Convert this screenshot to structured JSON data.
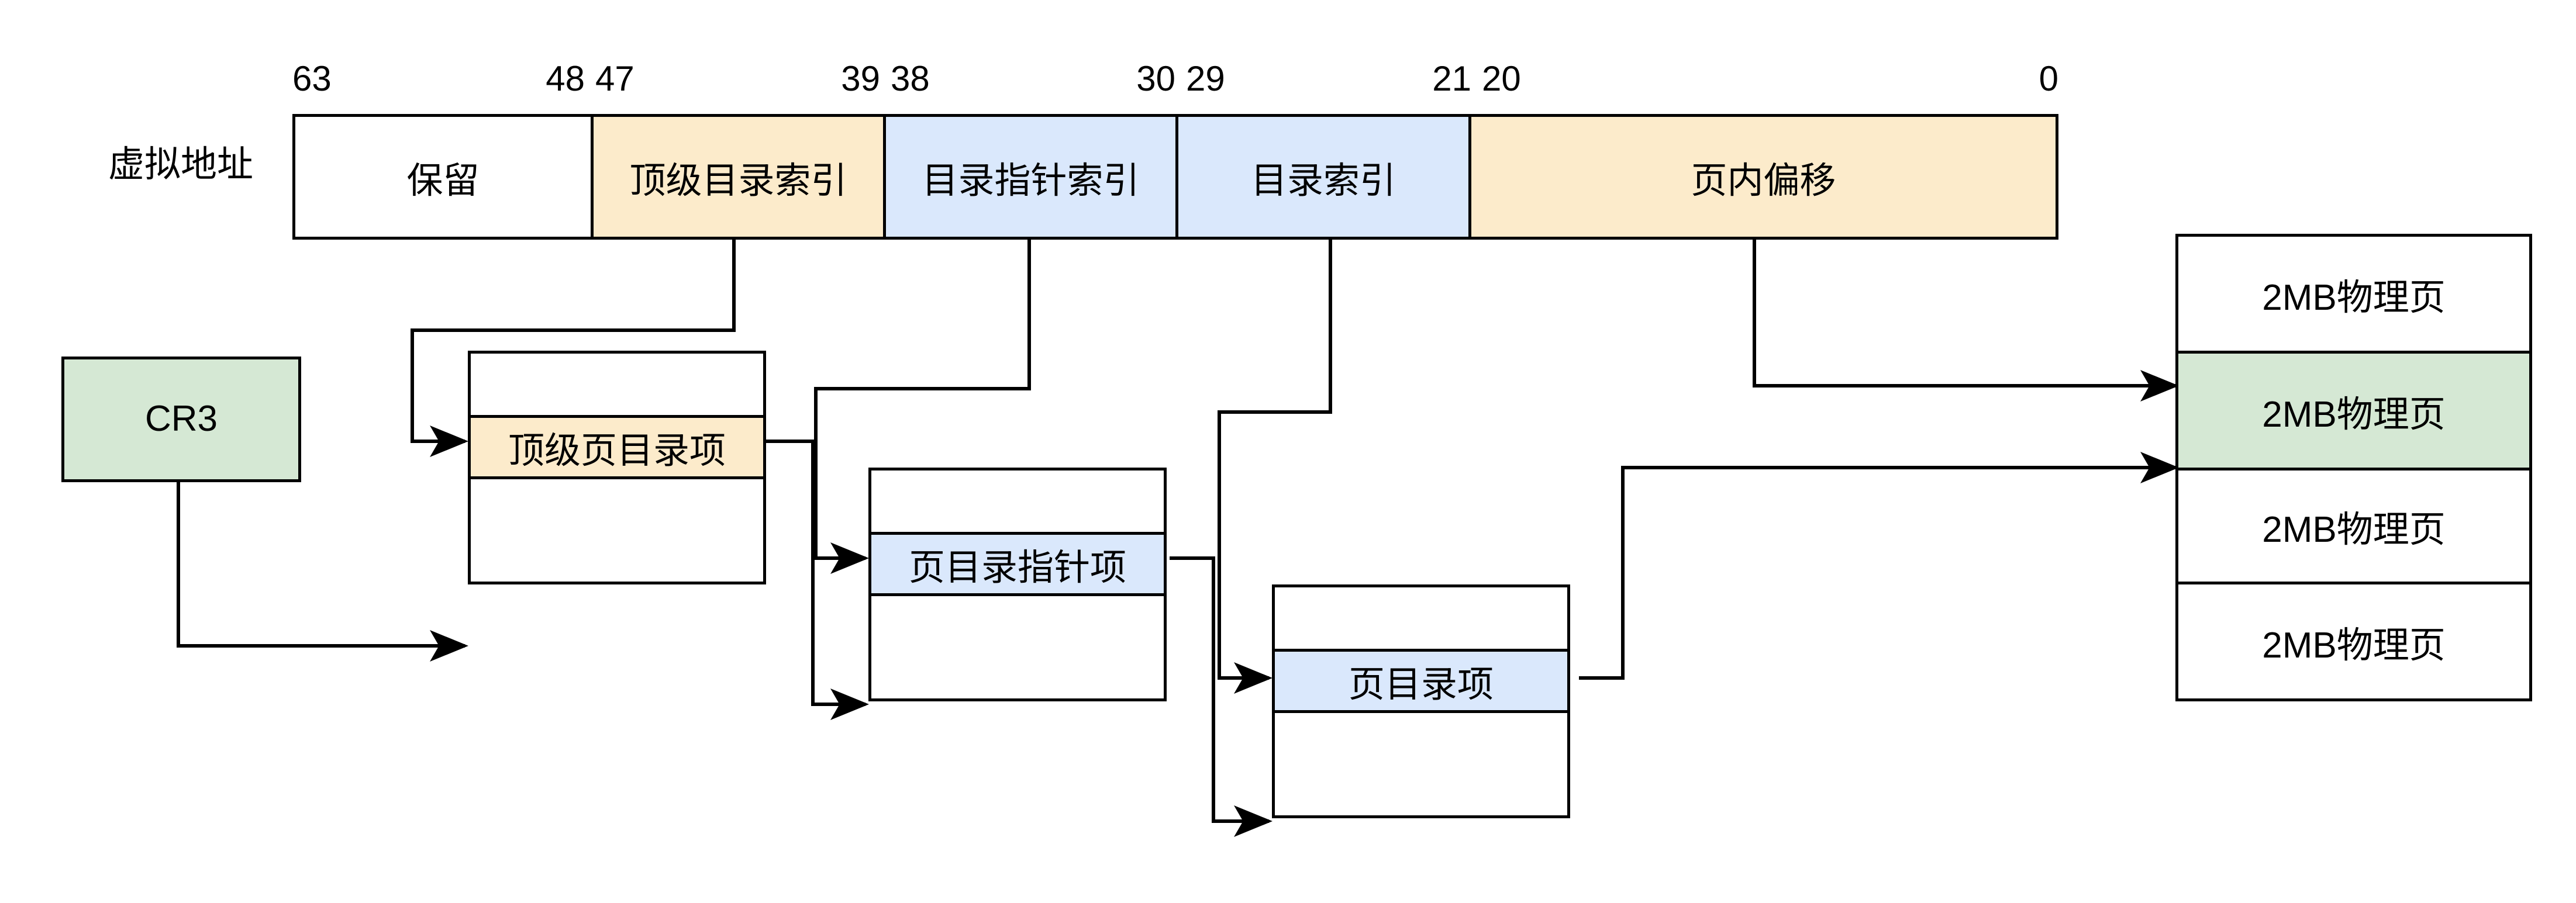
{
  "diagram": {
    "title_label": "虚拟地址",
    "colors": {
      "tan": "#FCEBCB",
      "blue": "#DAE8FC",
      "green": "#D5E8D4",
      "stroke": "#000000",
      "background": "#FFFFFF"
    }
  },
  "virtual_address": {
    "label": "虚拟地址",
    "bit_markers": [
      "63",
      "48",
      "47",
      "39",
      "38",
      "30",
      "29",
      "21",
      "20",
      "0"
    ],
    "fields": [
      {
        "label": "保留",
        "bits_high": "63",
        "bits_low": "48",
        "fill": "white"
      },
      {
        "label": "顶级目录索引",
        "bits_high": "47",
        "bits_low": "39",
        "fill": "tan"
      },
      {
        "label": "目录指针索引",
        "bits_high": "38",
        "bits_low": "30",
        "fill": "blue"
      },
      {
        "label": "目录索引",
        "bits_high": "29",
        "bits_low": "21",
        "fill": "blue"
      },
      {
        "label": "页内偏移",
        "bits_high": "20",
        "bits_low": "0",
        "fill": "tan"
      }
    ]
  },
  "cr3": {
    "label": "CR3",
    "fill": "green"
  },
  "tables": [
    {
      "name": "top-level-page-directory",
      "rows": [
        {
          "label": "",
          "fill": "white"
        },
        {
          "label": "顶级页目录项",
          "fill": "tan"
        },
        {
          "label": "",
          "fill": "white"
        }
      ]
    },
    {
      "name": "page-directory-pointer-table",
      "rows": [
        {
          "label": "",
          "fill": "white"
        },
        {
          "label": "页目录指针项",
          "fill": "blue"
        },
        {
          "label": "",
          "fill": "white"
        }
      ]
    },
    {
      "name": "page-directory-table",
      "rows": [
        {
          "label": "",
          "fill": "white"
        },
        {
          "label": "页目录项",
          "fill": "blue"
        },
        {
          "label": "",
          "fill": "white"
        }
      ]
    }
  ],
  "physical_pages": {
    "name": "physical-page-frames",
    "rows": [
      {
        "label": "2MB物理页",
        "fill": "white"
      },
      {
        "label": "2MB物理页",
        "fill": "green"
      },
      {
        "label": "2MB物理页",
        "fill": "white"
      },
      {
        "label": "2MB物理页",
        "fill": "white"
      }
    ]
  }
}
